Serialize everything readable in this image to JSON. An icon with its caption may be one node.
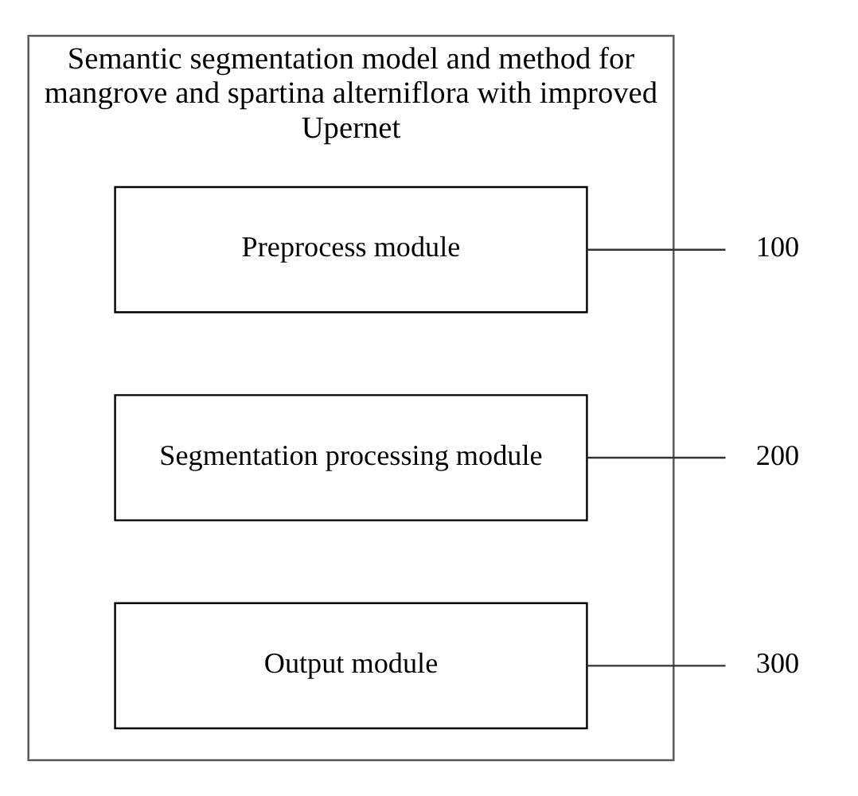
{
  "diagram": {
    "nodes": [
      {
        "text": [
          "Semantic segmentation model and method for mangrove and spartina alterniflora with improved Upernet"
        ]
      },
      {
        "text": [
          "Preprocess module"
        ],
        "in": 0
      },
      {
        "text": [
          "Segmentation processing module"
        ],
        "in": 0
      },
      {
        "text": [
          "Output module"
        ],
        "in": 0
      },
      {
        "text": [
          "100"
        ]
      },
      {
        "text": [
          "200"
        ]
      },
      {
        "text": [
          "300"
        ]
      }
    ],
    "edges": [
      {
        "from": 4,
        "to": 1,
        "arrow": "none"
      },
      {
        "from": 5,
        "to": 2,
        "arrow": "none"
      },
      {
        "from": 6,
        "to": 3,
        "arrow": "none"
      }
    ]
  }
}
